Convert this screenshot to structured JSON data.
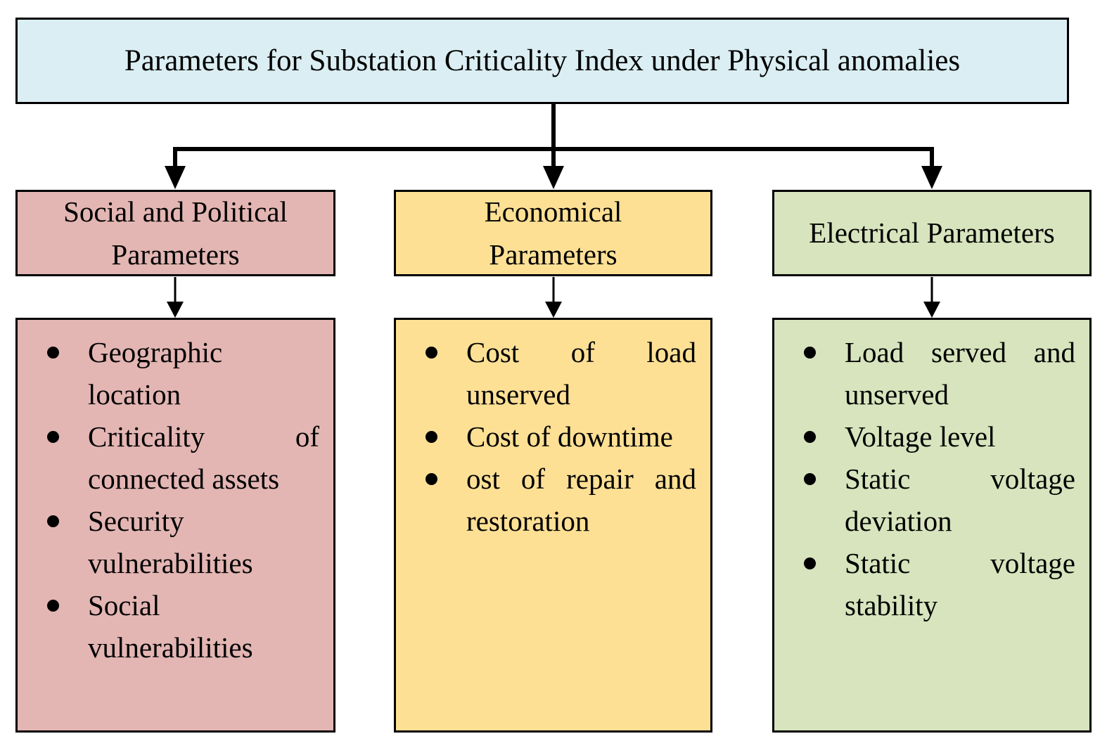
{
  "diagram": {
    "title": "Parameters for Substation Criticality Index under Physical anomalies",
    "colors": {
      "title_fill": "#daeef3",
      "social_fill": "#e3b6b3",
      "economical_fill": "#fee095",
      "electrical_fill": "#d7e4bd",
      "border": "#000000",
      "connector": "#000000"
    },
    "sections": [
      {
        "id": "social",
        "header_lines": [
          "Social and Political",
          "Parameters"
        ],
        "items": [
          "Geographic location",
          "Criticality of connected assets",
          "Security vulnerabilities",
          "Social vulnerabilities"
        ]
      },
      {
        "id": "economical",
        "header_lines": [
          "Economical",
          "Parameters"
        ],
        "items": [
          "Cost of load unserved",
          "Cost of downtime",
          "ost of repair and restoration"
        ]
      },
      {
        "id": "electrical",
        "header_lines": [
          "Electrical Parameters"
        ],
        "items": [
          "Load served and unserved",
          "Voltage level",
          "Static voltage deviation",
          "Static voltage stability"
        ]
      }
    ]
  }
}
